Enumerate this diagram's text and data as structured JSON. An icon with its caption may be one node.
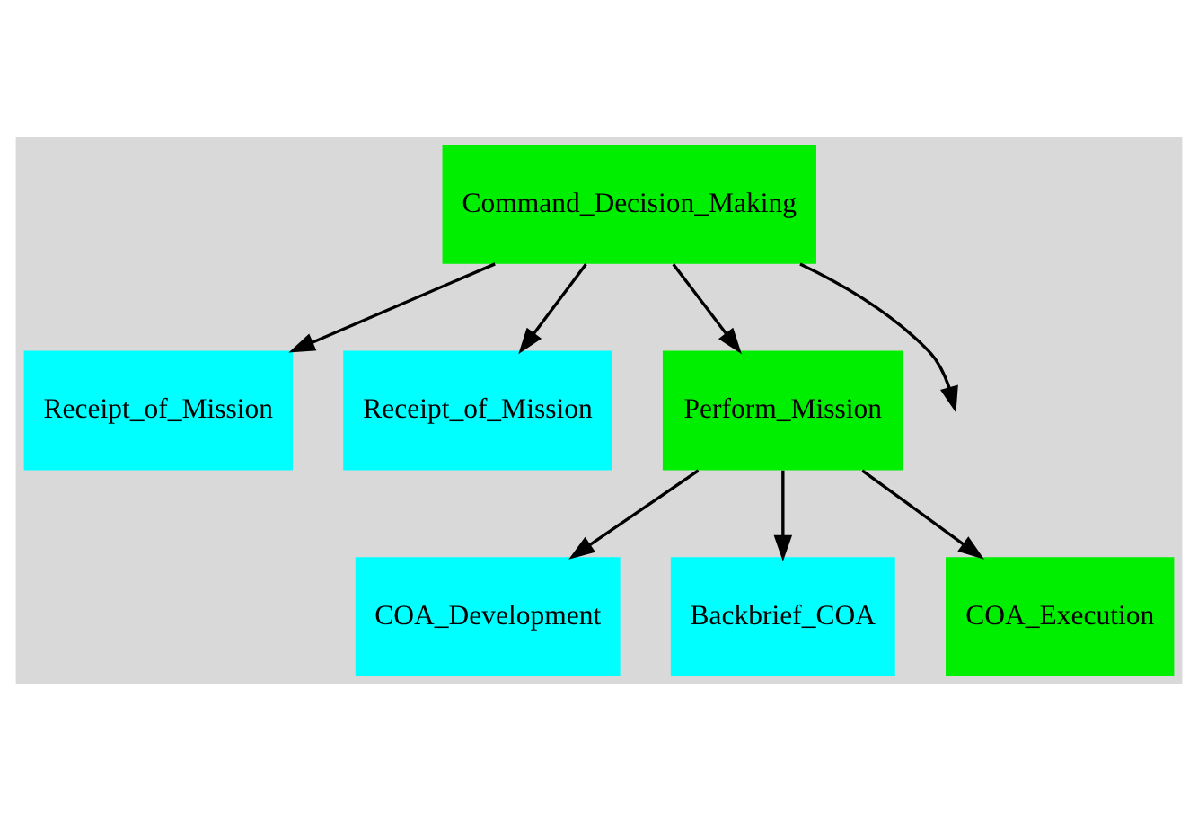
{
  "diagram": {
    "nodes": [
      {
        "text": [
          "Command_Decision_Making"
        ]
      },
      {
        "text": [
          "Receipt_of_Mission"
        ]
      },
      {
        "text": [
          "Receipt_of_Mission"
        ]
      },
      {
        "text": [
          "Perform_Mission"
        ]
      },
      {
        "text": [
          "COA_Development"
        ]
      },
      {
        "text": [
          "Backbrief_COA"
        ]
      },
      {
        "text": [
          "COA_Execution"
        ]
      }
    ],
    "edges": [
      {
        "from": 0,
        "to": null,
        "arrow": "to"
      },
      {
        "from": 0,
        "to": 1,
        "arrow": "to"
      },
      {
        "from": 0,
        "to": 2,
        "arrow": "to"
      },
      {
        "from": 0,
        "to": 3,
        "arrow": "to"
      },
      {
        "from": 3,
        "to": 4,
        "arrow": "to"
      },
      {
        "from": 3,
        "to": 5,
        "arrow": "to"
      },
      {
        "from": 3,
        "to": 6,
        "arrow": "to"
      }
    ]
  }
}
